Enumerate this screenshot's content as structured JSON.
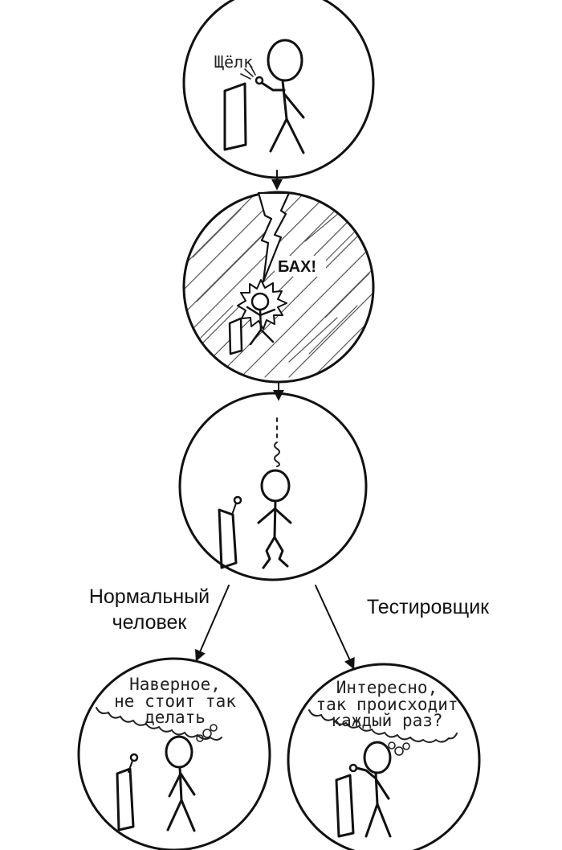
{
  "panels": {
    "click": {
      "sound": "Щёлк"
    },
    "bang": {
      "sound": "БАХ!"
    }
  },
  "branches": {
    "normal": {
      "label_line1": "Нормальный",
      "label_line2": "человек"
    },
    "tester": {
      "label": "Тестировщик"
    }
  },
  "thoughts": {
    "normal": {
      "line1": "Наверное,",
      "line2": "не стоит так",
      "line3": "делать"
    },
    "tester": {
      "line1": "Интересно,",
      "line2": "так происходит",
      "line3": "каждый раз?"
    }
  }
}
